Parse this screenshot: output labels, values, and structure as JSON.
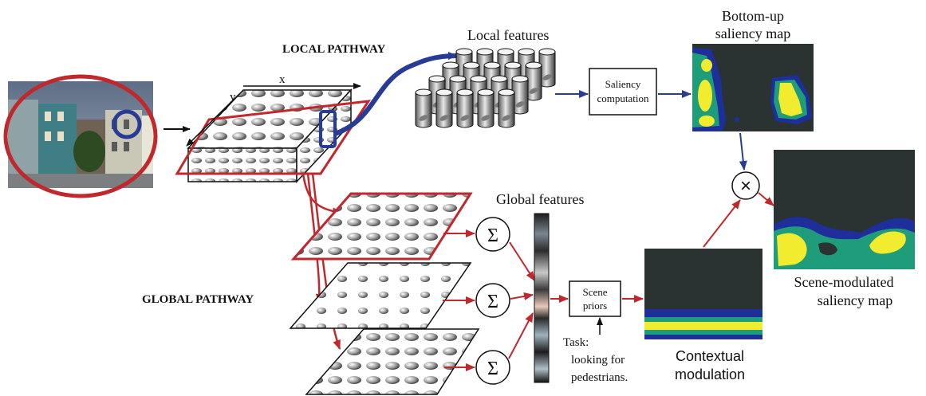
{
  "labels": {
    "local_pathway": "LOCAL PATHWAY",
    "global_pathway": "GLOBAL PATHWAY",
    "axis_x": "x",
    "axis_y": "y",
    "local_features": "Local features",
    "saliency_computation_line1": "Saliency",
    "saliency_computation_line2": "computation",
    "bottom_up_line1": "Bottom-up",
    "bottom_up_line2": "saliency map",
    "global_features": "Global features",
    "sum_symbol": "Σ",
    "multiply_symbol": "×",
    "scene_priors_line1": "Scene",
    "scene_priors_line2": "priors",
    "task_line1": "Task:",
    "task_line2": "looking for",
    "task_line3": "pedestrians.",
    "contextual_line1": "Contextual",
    "contextual_line2": "modulation",
    "scene_modulated_line1": "Scene-modulated",
    "scene_modulated_line2": "saliency map"
  },
  "colors": {
    "red_arrow": "#c0282d",
    "blue_arrow": "#283c96",
    "map_background": "#2a3232",
    "map_blue": "#1e2f9c",
    "map_green": "#1f9c7a",
    "map_yellow": "#f2ec2e"
  }
}
